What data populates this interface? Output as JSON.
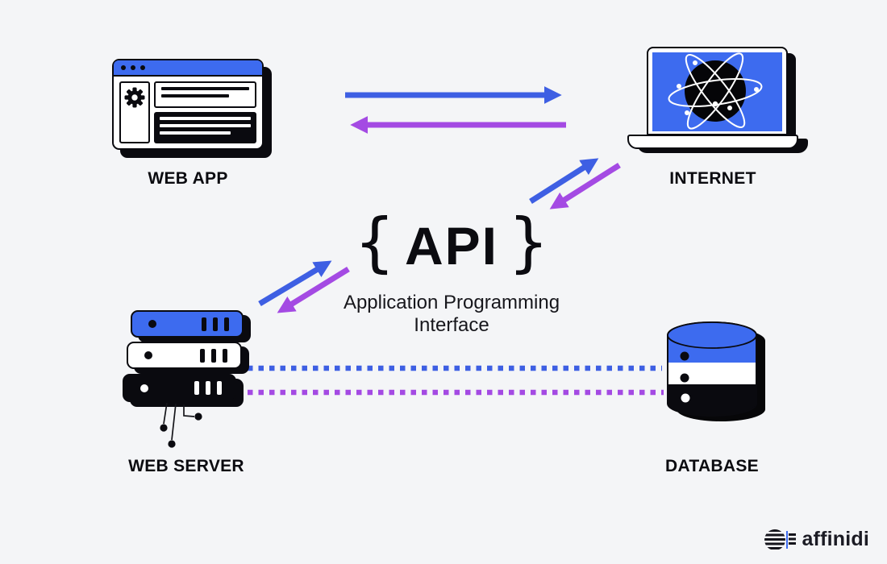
{
  "page": {
    "background": "#f4f5f7"
  },
  "center": {
    "brace_left": "{",
    "acronym": "API",
    "brace_right": "}",
    "subtitle_line1": "Application Programming",
    "subtitle_line2": "Interface"
  },
  "nodes": {
    "web_app": {
      "label": "WEB APP",
      "icon": "browser-window-icon"
    },
    "internet": {
      "label": "INTERNET",
      "icon": "laptop-globe-icon"
    },
    "web_server": {
      "label": "WEB SERVER",
      "icon": "server-stack-icon"
    },
    "database": {
      "label": "DATABASE",
      "icon": "database-cylinder-icon"
    }
  },
  "edges": [
    {
      "from": "web_app",
      "to": "internet",
      "style": "solid-arrow",
      "color": "#3e5fe3"
    },
    {
      "from": "internet",
      "to": "web_app",
      "style": "solid-arrow",
      "color": "#a44ae3"
    },
    {
      "from": "api",
      "to": "internet",
      "style": "solid-arrow",
      "color": "#3e5fe3"
    },
    {
      "from": "internet",
      "to": "api",
      "style": "solid-arrow",
      "color": "#a44ae3"
    },
    {
      "from": "web_server",
      "to": "api",
      "style": "solid-arrow",
      "color": "#3e5fe3"
    },
    {
      "from": "api",
      "to": "web_server",
      "style": "solid-arrow",
      "color": "#a44ae3"
    },
    {
      "from": "web_server",
      "to": "database",
      "style": "dotted-line",
      "color": "#3e5fe3"
    },
    {
      "from": "database",
      "to": "web_server",
      "style": "dotted-line",
      "color": "#a44ae3"
    }
  ],
  "branding": {
    "logo_text": "affinidi"
  },
  "colors": {
    "background": "#f4f5f7",
    "icon_blue": "#3d6bef",
    "arrow_blue": "#3e5fe3",
    "arrow_purple": "#a44ae3",
    "ink": "#0a0a0f"
  }
}
